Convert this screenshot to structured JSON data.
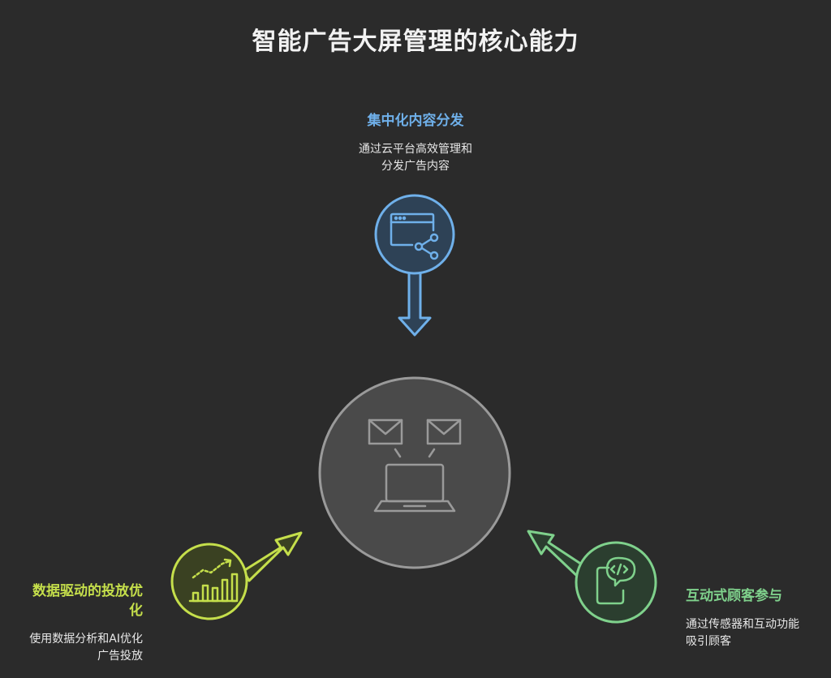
{
  "title": "智能广告大屏管理的核心能力",
  "nodes": {
    "top": {
      "title": "集中化内容分发",
      "desc_line1": "通过云平台高效管理和",
      "desc_line2": "分发广告内容",
      "icon": "browser-share-icon",
      "color": "#6fb0ea"
    },
    "left": {
      "title_line1": "数据驱动的投放优",
      "title_line2": "化",
      "desc_line1": "使用数据分析和AI优化",
      "desc_line2": "广告投放",
      "icon": "bar-chart-trend-icon",
      "color": "#c5df4b"
    },
    "right": {
      "title": "互动式顾客参与",
      "desc_line1": "通过传感器和互动功能",
      "desc_line2": "吸引顾客",
      "icon": "phone-code-chat-icon",
      "color": "#7fd18c"
    },
    "center": {
      "icon": "laptop-mail-icon",
      "color": "#9a9a9a"
    }
  }
}
